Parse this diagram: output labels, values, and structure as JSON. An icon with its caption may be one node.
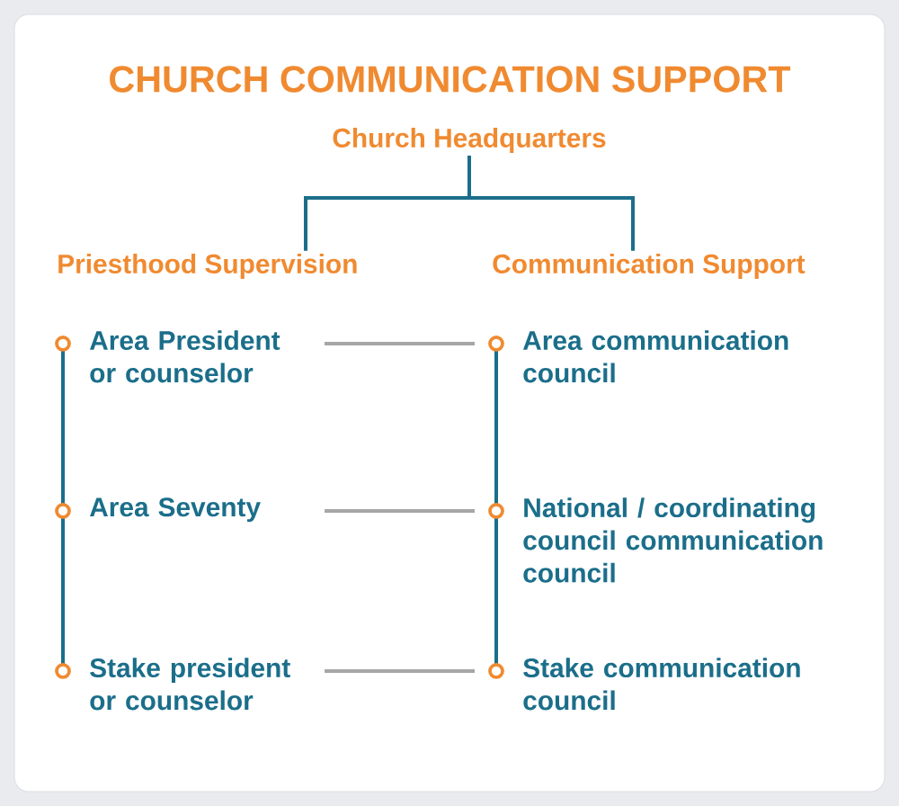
{
  "diagram": {
    "title": "CHURCH COMMUNICATION SUPPORT",
    "nodes": [
      {
        "text": [
          "Church Headquarters"
        ]
      },
      {
        "text": [
          "Priesthood Supervision"
        ]
      },
      {
        "text": [
          "Communication Support"
        ]
      },
      {
        "text": [
          "Area President or counselor"
        ]
      },
      {
        "text": [
          "Area Seventy"
        ]
      },
      {
        "text": [
          "Stake president or counselor"
        ]
      },
      {
        "text": [
          "Area communication council"
        ]
      },
      {
        "text": [
          "National / coordinating council communication council"
        ]
      },
      {
        "text": [
          "Stake communication council"
        ]
      }
    ],
    "edges": [
      {
        "from": 0,
        "to": 1,
        "arrow": "none"
      },
      {
        "from": 0,
        "to": 2,
        "arrow": "none"
      },
      {
        "from": 3,
        "to": 4,
        "arrow": "none"
      },
      {
        "from": 4,
        "to": 5,
        "arrow": "none"
      },
      {
        "from": 6,
        "to": 7,
        "arrow": "none"
      },
      {
        "from": 7,
        "to": 8,
        "arrow": "none"
      },
      {
        "from": 3,
        "to": 6,
        "arrow": "none",
        "color": "#a6a6a6"
      },
      {
        "from": 4,
        "to": 7,
        "arrow": "none",
        "color": "#a6a6a6"
      },
      {
        "from": 5,
        "to": 8,
        "arrow": "none",
        "color": "#a6a6a6"
      }
    ]
  }
}
